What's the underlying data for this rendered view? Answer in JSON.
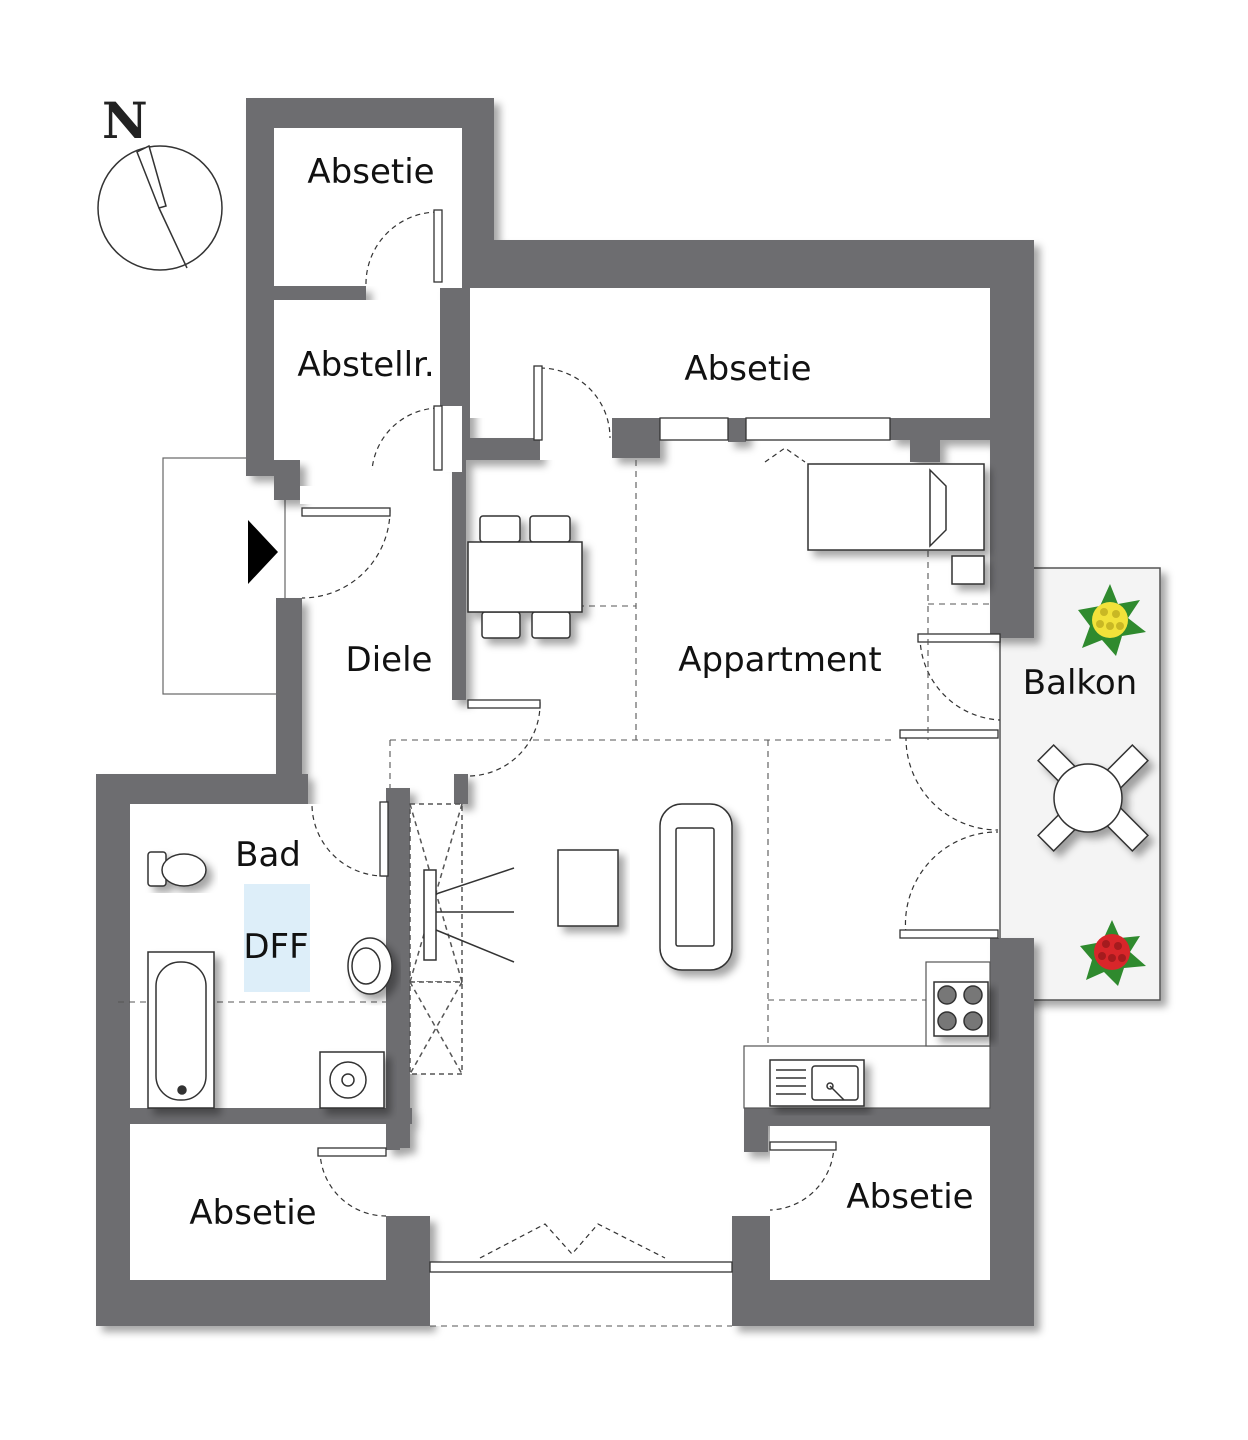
{
  "compass": {
    "label": "N"
  },
  "rooms": {
    "absetie_top_left": "Absetie",
    "abstellraum": "Abstellr.",
    "absetie_top_right": "Absetie",
    "diele": "Diele",
    "appartment": "Appartment",
    "balkon": "Balkon",
    "bad": "Bad",
    "dff": "DFF",
    "absetie_bottom_left": "Absetie",
    "absetie_bottom_right": "Absetie"
  },
  "colors": {
    "wall": "#6d6d70",
    "wall_shadow": "#b9b9bb",
    "dff_highlight": "#ddeef9",
    "balcony": "#f4f4f4",
    "plant_yellow": "#f2e23a",
    "plant_red": "#d8262a",
    "leaf": "#2f8a2e"
  }
}
